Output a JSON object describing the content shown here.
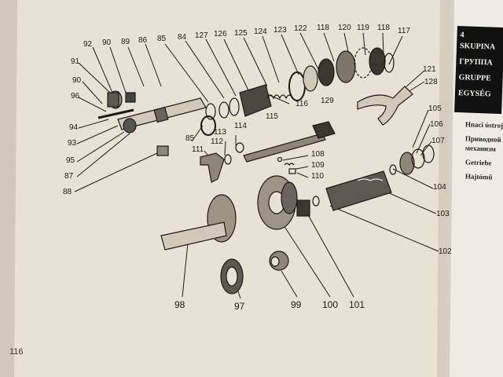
{
  "page_number": "116",
  "section_tab": [
    "4",
    "SKUPINA",
    "ГРУППА",
    "GRUPPE",
    "EGYSÉG"
  ],
  "right_page_lines": [
    "Hnací ústroj",
    "Приводной",
    "механизм",
    "Getriebe",
    "Hajtómű"
  ],
  "part_labels": {
    "p92": "92",
    "p90a": "90",
    "p89": "89",
    "p86": "86",
    "p85a": "85",
    "p84": "84",
    "p127": "127",
    "p126": "126",
    "p125": "125",
    "p124": "124",
    "p123": "123",
    "p122": "122",
    "p118a": "118",
    "p120": "120",
    "p119": "119",
    "p118b": "118",
    "p117": "117",
    "p91": "91",
    "p90b": "90",
    "p96": "96",
    "p94": "94",
    "p93": "93",
    "p95": "95",
    "p87": "87",
    "p88": "88",
    "p85b": "85",
    "p111": "111",
    "p112": "112",
    "p113": "113",
    "p114": "114",
    "p115": "115",
    "p116": "116",
    "p121": "121",
    "p128": "128",
    "p129": "129",
    "p105": "105",
    "p106": "106",
    "p107": "107",
    "p108": "108",
    "p109": "109",
    "p110": "110",
    "p104": "104",
    "p103": "103",
    "p102": "102",
    "p98": "98",
    "p97": "97",
    "p99": "99",
    "p100": "100",
    "p101": "101"
  },
  "colors": {
    "paper": "#e6e2d4",
    "ink": "#1d1a15",
    "tab": "#111111",
    "right_page": "#efece3"
  }
}
